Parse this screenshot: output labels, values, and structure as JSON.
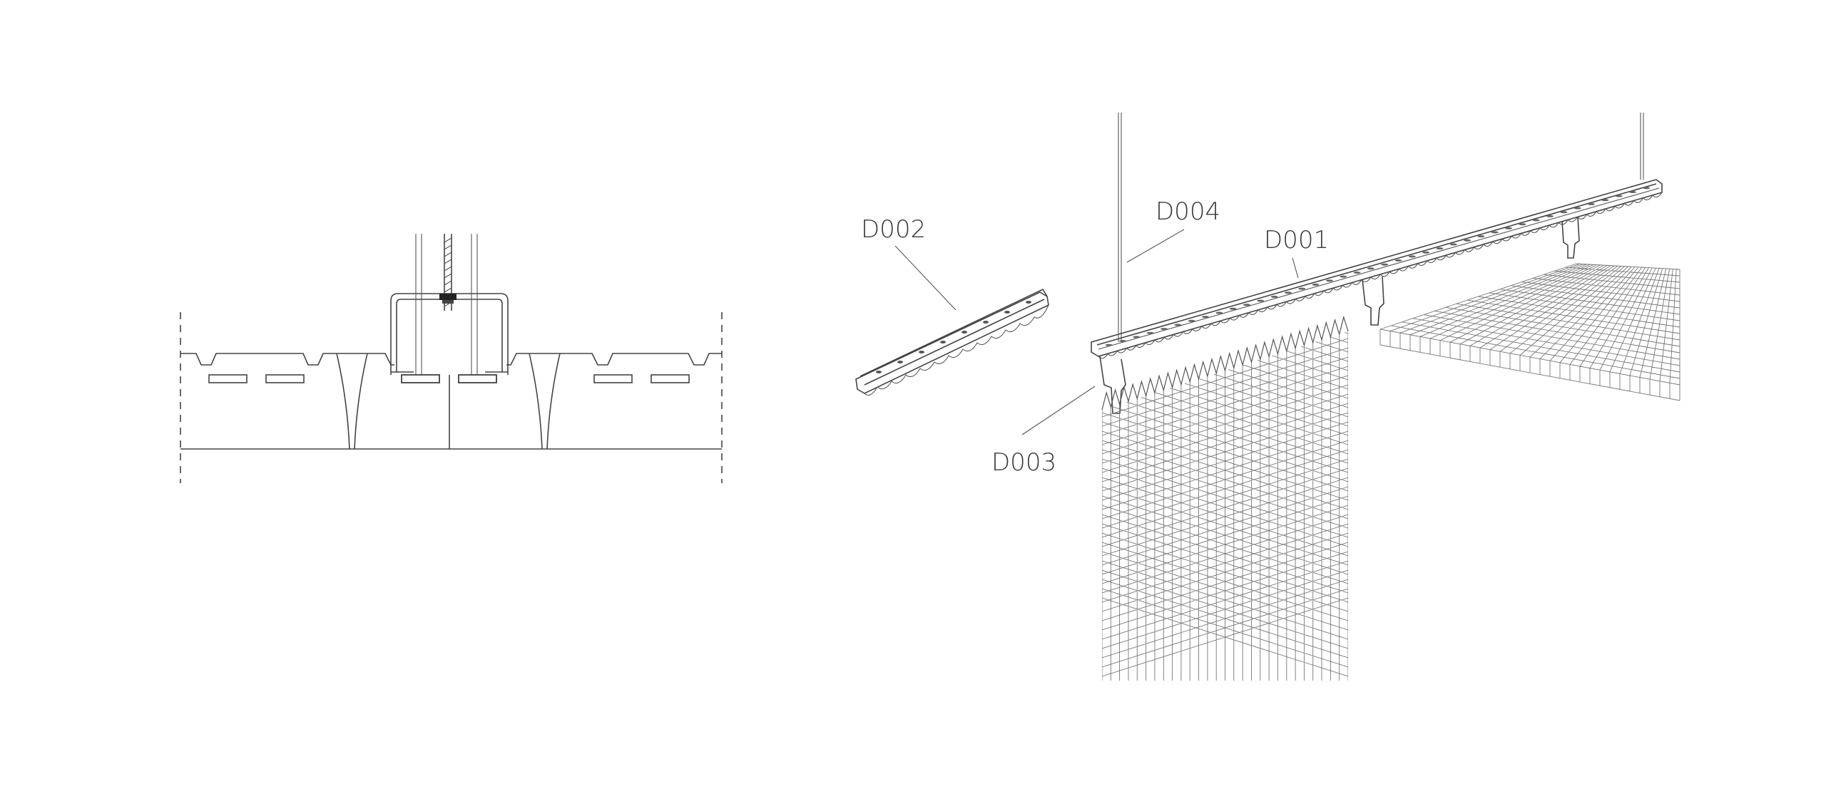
{
  "labels": {
    "d001": "D001",
    "d002": "D002",
    "d003": "D003",
    "d004": "D004"
  },
  "colors": {
    "line": "#444444",
    "mesh": "#777777",
    "background": "#ffffff"
  }
}
